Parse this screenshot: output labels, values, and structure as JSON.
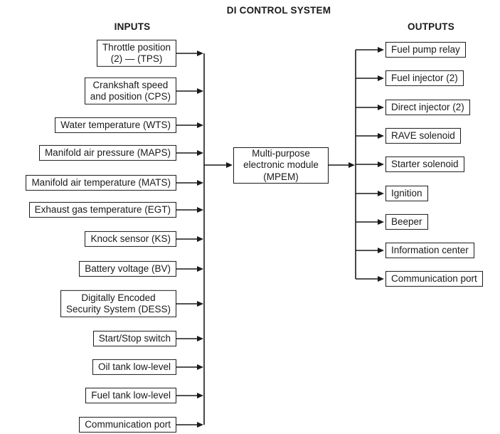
{
  "diagram": {
    "title": "DI CONTROL SYSTEM",
    "inputs_heading": "INPUTS",
    "outputs_heading": "OUTPUTS",
    "center_module": {
      "label": "Multi-purpose\nelectronic module\n(MPEM)"
    },
    "inputs": [
      {
        "label": "Throttle position\n(2) — (TPS)"
      },
      {
        "label": "Crankshaft speed\nand position (CPS)"
      },
      {
        "label": "Water temperature (WTS)"
      },
      {
        "label": "Manifold air pressure (MAPS)"
      },
      {
        "label": "Manifold air temperature (MATS)"
      },
      {
        "label": "Exhaust gas temperature (EGT)"
      },
      {
        "label": "Knock sensor (KS)"
      },
      {
        "label": "Battery voltage (BV)"
      },
      {
        "label": "Digitally Encoded\nSecurity System (DESS)"
      },
      {
        "label": "Start/Stop switch"
      },
      {
        "label": "Oil tank low-level"
      },
      {
        "label": "Fuel tank low-level"
      },
      {
        "label": "Communication port"
      }
    ],
    "outputs": [
      {
        "label": "Fuel pump relay"
      },
      {
        "label": "Fuel injector (2)"
      },
      {
        "label": "Direct injector (2)"
      },
      {
        "label": "RAVE solenoid"
      },
      {
        "label": "Starter solenoid"
      },
      {
        "label": "Ignition"
      },
      {
        "label": "Beeper"
      },
      {
        "label": "Information center"
      },
      {
        "label": "Communication port"
      }
    ],
    "colors": {
      "line": "#1a1a1a",
      "background": "#ffffff"
    }
  }
}
